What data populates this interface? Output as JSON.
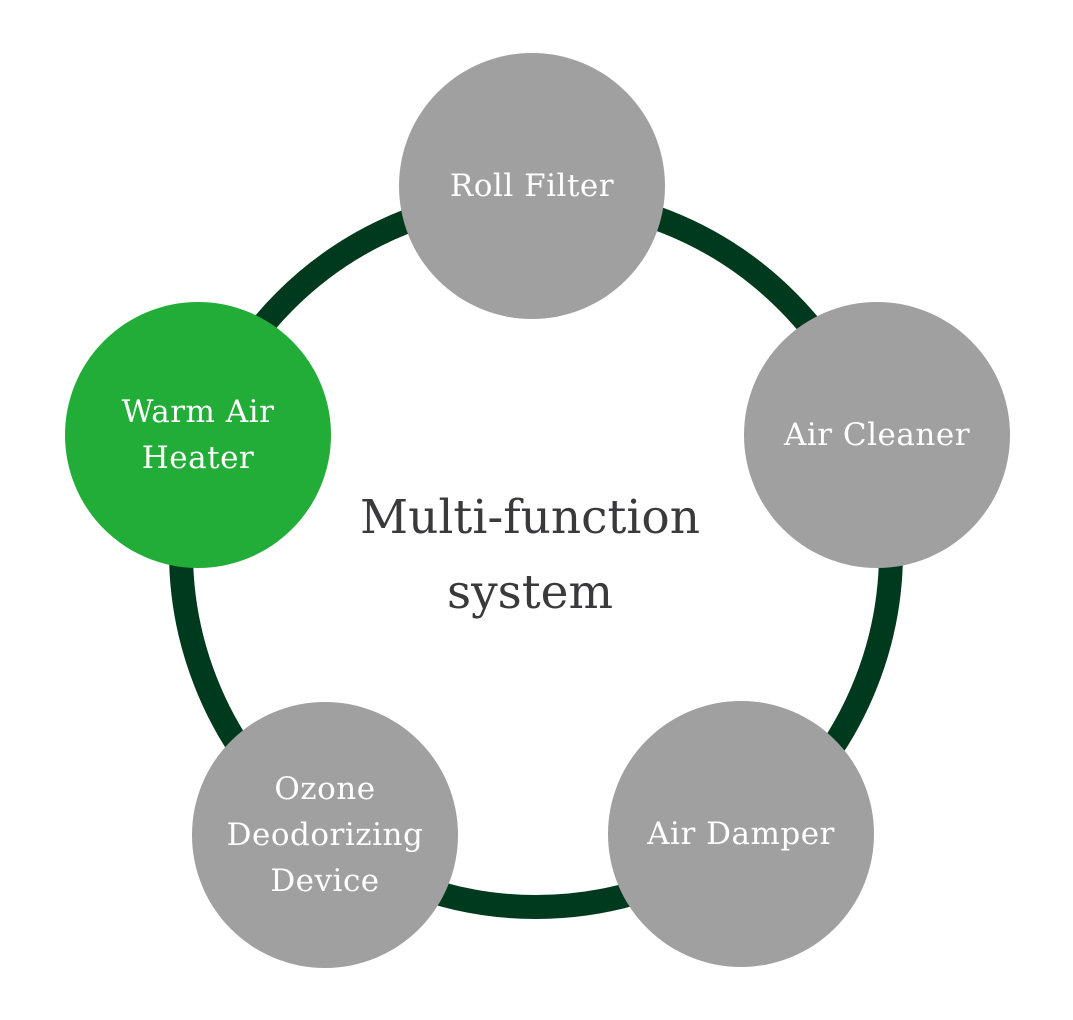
{
  "colors": {
    "ring": "#003a1e",
    "node_default": "#9fa09f",
    "node_highlight": "#22ad38",
    "node_text": "#ffffff",
    "center_text": "#3a3a3c"
  },
  "center": {
    "title": "Multi-function\nsystem"
  },
  "nodes": [
    {
      "id": "roll-filter",
      "label": "Roll Filter",
      "highlighted": false
    },
    {
      "id": "air-cleaner",
      "label": "Air Cleaner",
      "highlighted": false
    },
    {
      "id": "air-damper",
      "label": "Air Damper",
      "highlighted": false
    },
    {
      "id": "ozone-deodorizing-device",
      "label": "Ozone\nDeodorizing\nDevice",
      "highlighted": false
    },
    {
      "id": "warm-air-heater",
      "label": "Warm Air\nHeater",
      "highlighted": true
    }
  ]
}
